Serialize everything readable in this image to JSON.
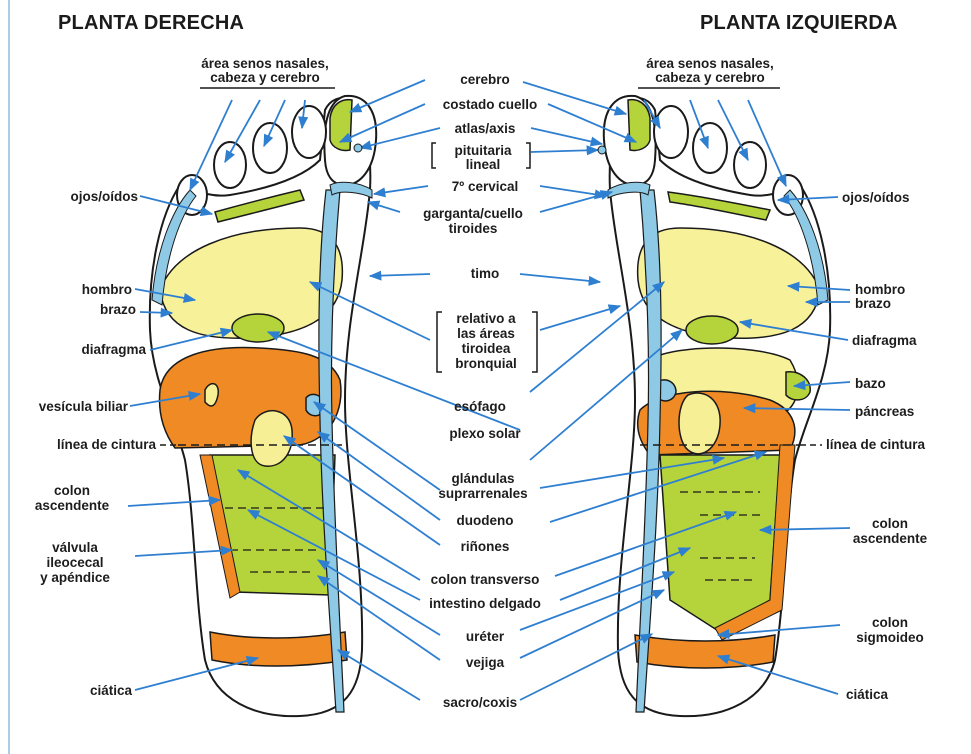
{
  "headings": {
    "right_foot": "PLANTA DERECHA",
    "left_foot": "PLANTA IZQUIERDA"
  },
  "center_labels": {
    "cerebro": "cerebro",
    "costado_cuello": "costado cuello",
    "atlas_axis": "atlas/axis",
    "pituitaria_1": "pituitaria",
    "pituitaria_2": "lineal",
    "cervical": "7º cervical",
    "garganta_1": "garganta/cuello",
    "garganta_2": "tiroides",
    "timo": "timo",
    "relativo_1": "relativo a",
    "relativo_2": "las áreas",
    "relativo_3": "tiroidea",
    "relativo_4": "bronquial",
    "esofago": "esófago",
    "plexo_solar": "plexo solar",
    "glandulas_1": "glándulas",
    "glandulas_2": "suprarrenales",
    "duodeno": "duodeno",
    "rinones": "riñones",
    "colon_transverso": "colon transverso",
    "intestino_delgado": "intestino delgado",
    "ureter": "uréter",
    "vejiga": "vejiga",
    "sacro_coxis": "sacro/coxis"
  },
  "right_foot_labels": {
    "senos_1": "área senos nasales,",
    "senos_2": "cabeza y cerebro",
    "ojos_oidos": "ojos/oídos",
    "hombro": "hombro",
    "brazo": "brazo",
    "diafragma": "diafragma",
    "vesicula": "vesícula biliar",
    "cintura": "línea de cintura",
    "colon_asc_1": "colon",
    "colon_asc_2": "ascendente",
    "valvula_1": "válvula",
    "valvula_2": "ileocecal",
    "valvula_3": "y apéndice",
    "ciatica": "ciática"
  },
  "left_foot_labels": {
    "senos_1": "área senos nasales,",
    "senos_2": "cabeza y cerebro",
    "ojos_oidos": "ojos/oídos",
    "hombro": "hombro",
    "brazo": "brazo",
    "diafragma": "diafragma",
    "bazo": "bazo",
    "pancreas": "páncreas",
    "cintura": "línea de cintura",
    "colon_asc_1": "colon",
    "colon_asc_2": "ascendente",
    "sigmoideo_1": "colon",
    "sigmoideo_2": "sigmoideo",
    "ciatica": "ciática"
  },
  "colors": {
    "spine_blue": "#8ecae6",
    "arrow_blue": "#2f7fd1",
    "lung_yellow": "#f7f29a",
    "liver_orange": "#f08a24",
    "intestine_green": "#b5d33a",
    "organ_yellow": "#f6ef96",
    "outline": "#1a1a1a"
  }
}
